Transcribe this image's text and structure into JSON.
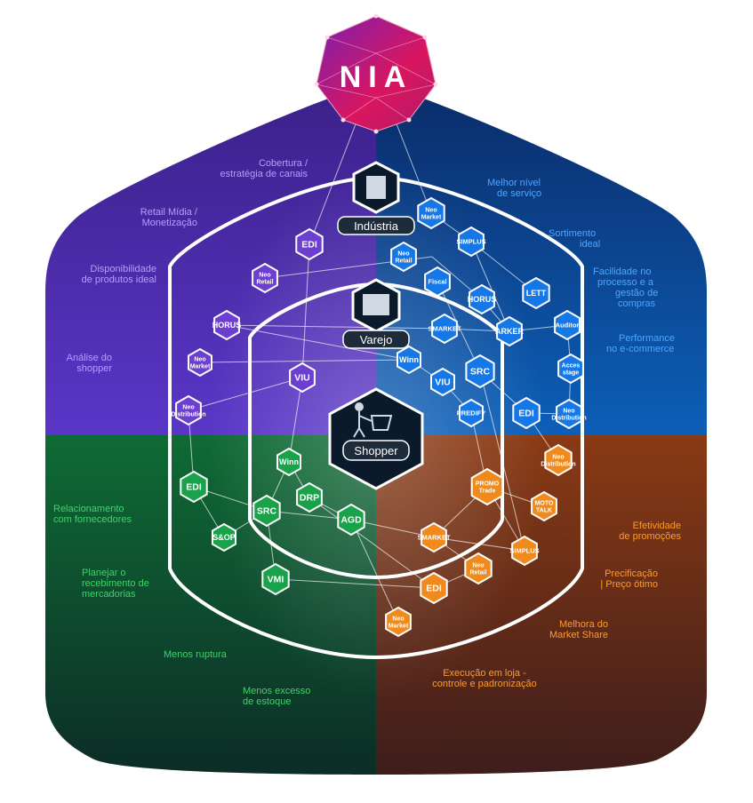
{
  "brand": {
    "title": "NIA"
  },
  "hubs": {
    "industria": "Indústria",
    "varejo": "Varejo",
    "shopper": "Shopper"
  },
  "colors": {
    "purple": "#6c3fd1",
    "blue": "#1677e6",
    "green": "#19a24a",
    "orange": "#f08a1c",
    "dark": "#0b1a2a",
    "nia_pink": "#d9165f"
  },
  "labels": {
    "purple": [
      "Cobertura / estratégia de canais",
      "Retail Mídia / Monetização",
      "Disponibilidade de produtos ideal",
      "Análise do shopper"
    ],
    "blue": [
      "Melhor nível de serviço",
      "Sortimento ideal",
      "Facilidade no processo e a gestão de compras",
      "Performance no e-commerce"
    ],
    "green": [
      "Relacionamento com fornecedores",
      "Planejar o recebimento de mercadorias",
      "Menos ruptura",
      "Menos excesso de estoque"
    ],
    "orange": [
      "Efetividade de promoções",
      "Precificação | Preço ótimo",
      "Melhora do Market Share",
      "Execução em loja - controle e padronização"
    ]
  },
  "nodes": {
    "purple": [
      "EDI",
      "Neo Retail",
      "HORUS",
      "Neo Market",
      "Neo Distribution",
      "VIU"
    ],
    "blue": [
      "Neo Market",
      "SIMPLUS",
      "Neo Retail",
      "Fiscal",
      "HORUS",
      "LETT",
      "SMARKET",
      "ARKER",
      "Auditor",
      "Winn",
      "SRC",
      "Acces stage",
      "VIU",
      "PREDIFY",
      "EDI",
      "Neo Distribution"
    ],
    "green": [
      "Winn",
      "EDI",
      "DRP",
      "SRC",
      "AGD",
      "S&OP",
      "VMI"
    ],
    "orange": [
      "Neo Distribution",
      "PROMO Trade",
      "MOTO TALK",
      "SMARKET",
      "SIMPLUS",
      "Neo Retail",
      "EDI",
      "Neo Market"
    ]
  }
}
